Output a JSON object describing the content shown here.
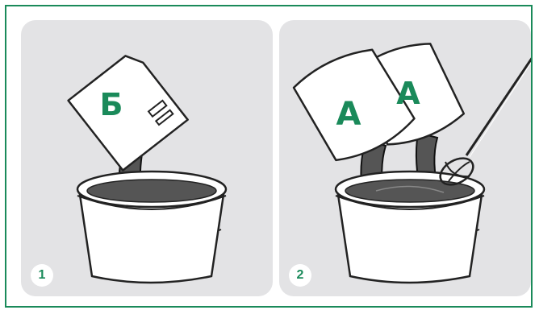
{
  "steps": [
    {
      "number": "1",
      "container_label": "Б"
    },
    {
      "number": "2",
      "container_labels": [
        "A",
        "A"
      ]
    }
  ],
  "colors": {
    "border": "#1a8a5a",
    "accent": "#1a8a5a",
    "panel_bg": "#e3e3e5",
    "liquid": "#555555"
  }
}
